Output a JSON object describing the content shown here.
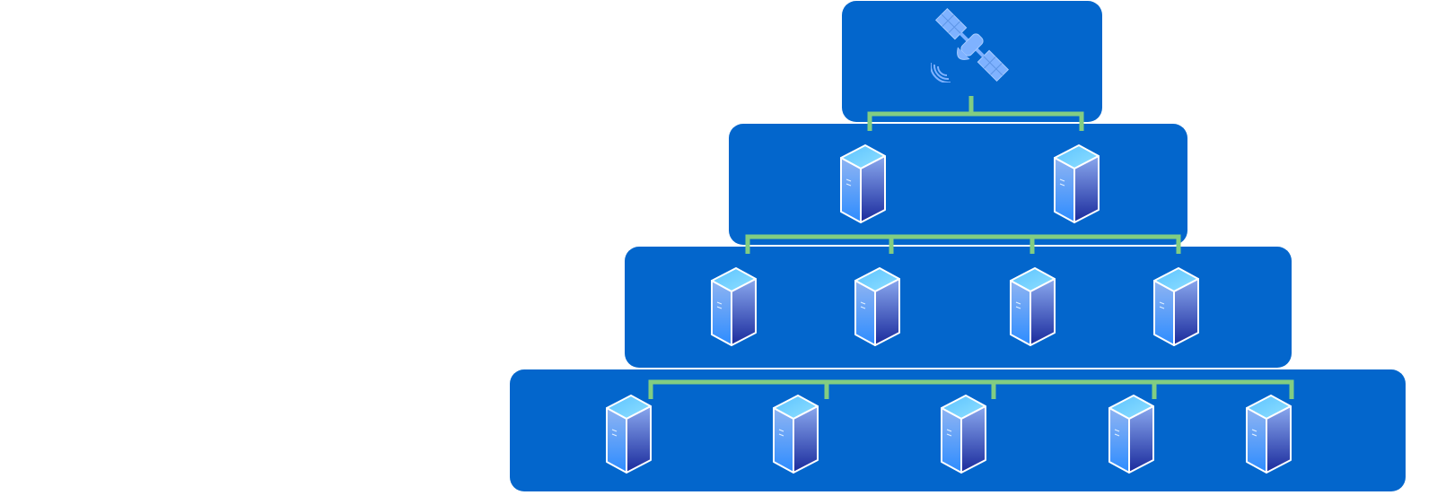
{
  "diagram": {
    "type": "hierarchical-network",
    "colors": {
      "tier_fill": "#0366CC",
      "connector": "#82CD82",
      "server_top": "#5CC2FF",
      "server_side_light": "#8AA8EE",
      "server_side_dark": "#1A2A9C",
      "server_front": "#2D8CFF",
      "satellite": "#7FB2FF",
      "outline": "#FFFFFF"
    },
    "tiers": [
      {
        "name": "satellite-tier",
        "nodes": [
          {
            "kind": "satellite",
            "icon": "satellite-icon"
          }
        ]
      },
      {
        "name": "tier-1",
        "nodes": [
          {
            "kind": "server",
            "icon": "server-icon"
          },
          {
            "kind": "server",
            "icon": "server-icon"
          }
        ]
      },
      {
        "name": "tier-2",
        "nodes": [
          {
            "kind": "server",
            "icon": "server-icon"
          },
          {
            "kind": "server",
            "icon": "server-icon"
          },
          {
            "kind": "server",
            "icon": "server-icon"
          },
          {
            "kind": "server",
            "icon": "server-icon"
          }
        ]
      },
      {
        "name": "tier-3",
        "nodes": [
          {
            "kind": "server",
            "icon": "server-icon"
          },
          {
            "kind": "server",
            "icon": "server-icon"
          },
          {
            "kind": "server",
            "icon": "server-icon"
          },
          {
            "kind": "server",
            "icon": "server-icon"
          },
          {
            "kind": "server",
            "icon": "server-icon"
          }
        ]
      }
    ],
    "connections": [
      {
        "from_tier": 0,
        "to_tier": 1
      },
      {
        "from_tier": 1,
        "to_tier": 2
      },
      {
        "from_tier": 2,
        "to_tier": 3
      }
    ]
  }
}
